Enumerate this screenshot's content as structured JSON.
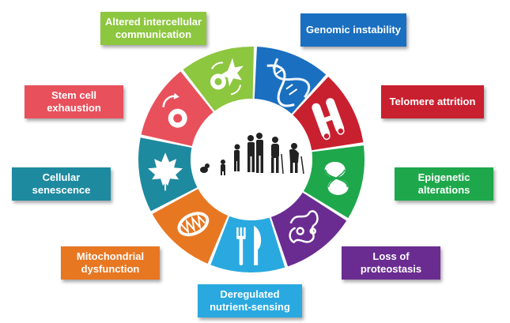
{
  "hallmarks": [
    {
      "key": "intercellular",
      "text": "Altered intercellular\ncommunication",
      "color": "#8dc63f"
    },
    {
      "key": "genomic",
      "text": "Genomic instability",
      "color": "#1a6fc0"
    },
    {
      "key": "stemcell",
      "text": "Stem cell\nexhaustion",
      "color": "#e8505b"
    },
    {
      "key": "telomere",
      "text": "Telomere attrition",
      "color": "#c8202f"
    },
    {
      "key": "senescence",
      "text": "Cellular\nsenescence",
      "color": "#1e8aa0"
    },
    {
      "key": "epigenetic",
      "text": "Epigenetic\nalterations",
      "color": "#1ea84b"
    },
    {
      "key": "mitochondrial",
      "text": "Mitochondrial\ndysfunction",
      "color": "#e87722"
    },
    {
      "key": "proteostasis",
      "text": "Loss of\nproteostasis",
      "color": "#6a2c91"
    },
    {
      "key": "nutrient",
      "text": "Deregulated\nnutrient-sensing",
      "color": "#29a9e0"
    }
  ],
  "icons": {
    "intercellular": "cells-signaling-icon",
    "genomic": "dna-helix-icon",
    "telomere": "chromosome-icon",
    "epigenetic": "histone-icon",
    "proteostasis": "protein-fold-icon",
    "nutrient": "fork-knife-icon",
    "mitochondrial": "mitochondrion-icon",
    "senescence": "maple-leaf-icon",
    "stemcell": "stem-cell-division-icon",
    "center": "human-aging-silhouettes-icon"
  }
}
